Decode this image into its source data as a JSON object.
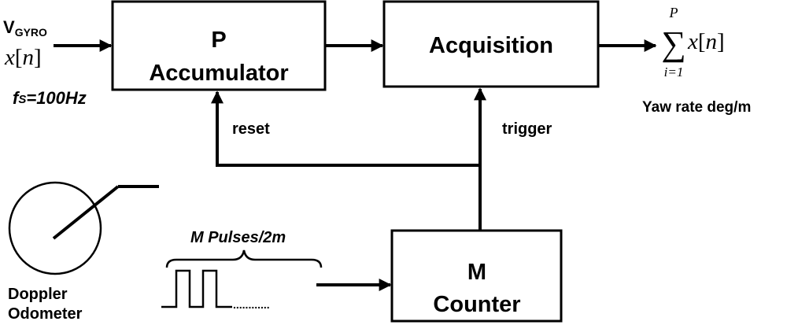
{
  "blocks": {
    "accumulator": {
      "line1": "P",
      "line2": "Accumulator"
    },
    "acquisition": {
      "label": "Acquisition"
    },
    "counter": {
      "line1": "M",
      "line2": "Counter"
    }
  },
  "input": {
    "v_main": "V",
    "v_sub": "GYRO",
    "x_var": "x",
    "x_open": "[",
    "x_index": "n",
    "x_close": "]",
    "fs_f": "f",
    "fs_s": "S",
    "fs_rest": "=100Hz"
  },
  "output": {
    "sum_upper": "P",
    "sum_symbol": "∑",
    "sum_lower": "i=1",
    "sum_var": "x",
    "sum_open": "[",
    "sum_index": "n",
    "sum_close": "]",
    "caption": "Yaw rate deg/m"
  },
  "signals": {
    "reset": "reset",
    "trigger": "trigger"
  },
  "odometer": {
    "line1": "Doppler",
    "line2": "Odometer"
  },
  "pulses": {
    "label": "M Pulses/2m",
    "dots": "............"
  }
}
